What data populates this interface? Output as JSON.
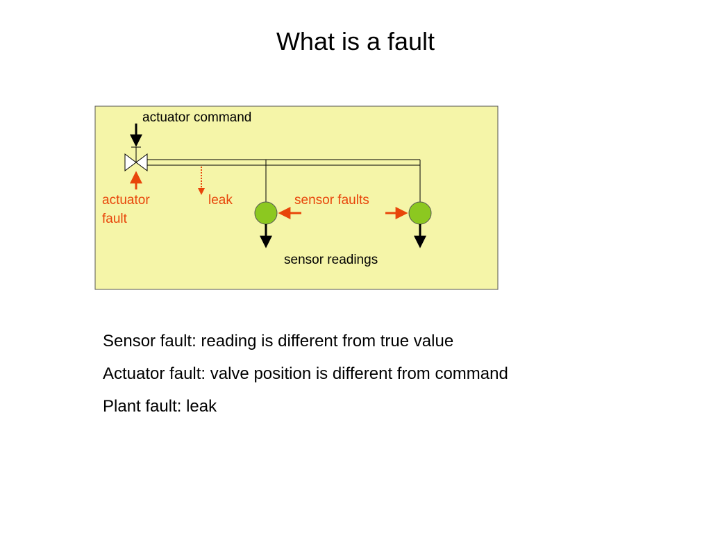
{
  "slide": {
    "title": "What is a fault"
  },
  "diagram": {
    "labels": {
      "actuator_command": "actuator command",
      "actuator_fault_line1": "actuator",
      "actuator_fault_line2": "fault",
      "leak": "leak",
      "sensor_faults": "sensor faults",
      "sensor_readings": "sensor readings"
    },
    "colors": {
      "panel_fill": "#f5f5a8",
      "fault_red": "#e8450a",
      "sensor_green": "#8cc820",
      "line_black": "#000000"
    }
  },
  "bullets": [
    "Sensor fault: reading is different from true value",
    "Actuator fault: valve position is different from command",
    "Plant fault: leak"
  ]
}
